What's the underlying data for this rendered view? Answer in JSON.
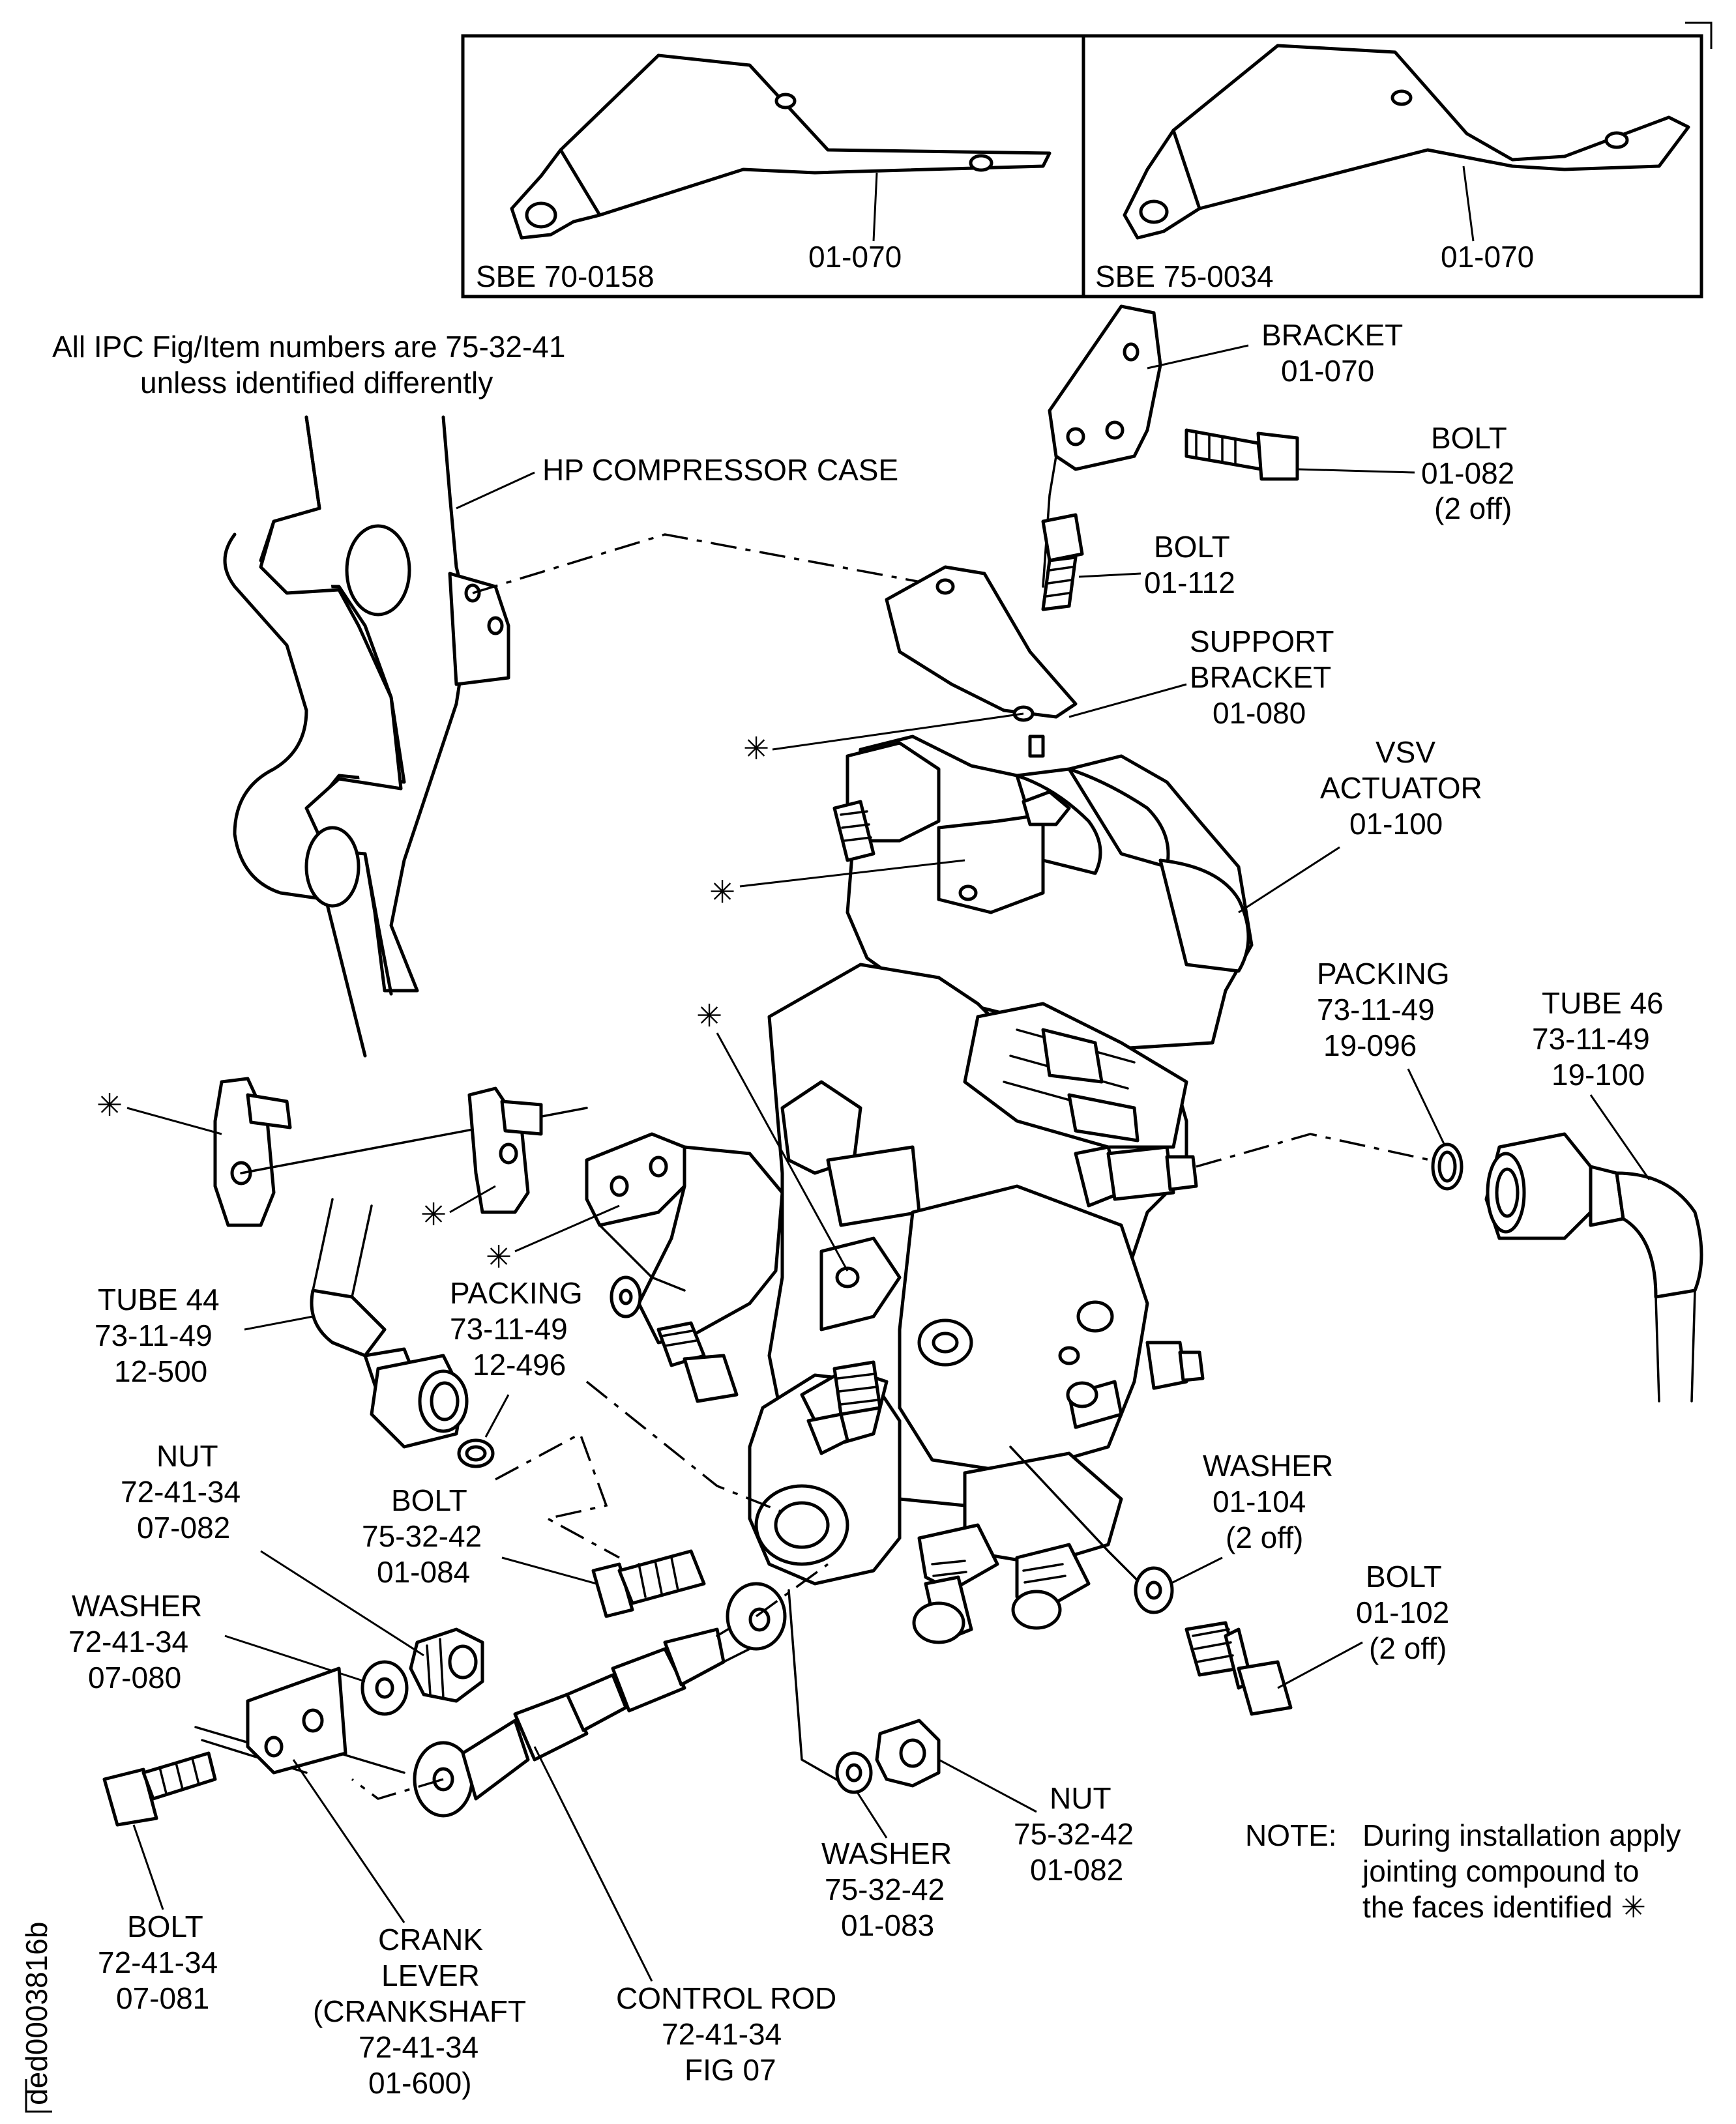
{
  "inset": {
    "left": {
      "sbe": "SBE 70-0158",
      "item": "01-070"
    },
    "right": {
      "sbe": "SBE 75-0034",
      "item": "01-070"
    }
  },
  "header_note": {
    "line1": "All IPC Fig/Item numbers are 75-32-41",
    "line2": "unless identified differently"
  },
  "callouts": {
    "bracket": [
      "BRACKET",
      "01-070"
    ],
    "bolt_082": [
      "BOLT",
      "01-082",
      "(2 off)"
    ],
    "hp_case": [
      "HP COMPRESSOR CASE"
    ],
    "bolt_112": [
      "BOLT",
      "01-112"
    ],
    "support_bracket": [
      "SUPPORT",
      "BRACKET",
      "01-080"
    ],
    "vsv_actuator": [
      "VSV",
      "ACTUATOR",
      "01-100"
    ],
    "packing_096": [
      "PACKING",
      "73-11-49",
      "19-096"
    ],
    "tube_46": [
      "TUBE 46",
      "73-11-49",
      "19-100"
    ],
    "tube_44": [
      "TUBE 44",
      "73-11-49",
      "12-500"
    ],
    "packing_496": [
      "PACKING",
      "73-11-49",
      "12-496"
    ],
    "nut_07082": [
      "NUT",
      "72-41-34",
      "07-082"
    ],
    "bolt_01084": [
      "BOLT",
      "75-32-42",
      "01-084"
    ],
    "washer_07080": [
      "WASHER",
      "72-41-34",
      "07-080"
    ],
    "washer_01104": [
      "WASHER",
      "01-104",
      "(2 off)"
    ],
    "bolt_01102": [
      "BOLT",
      "01-102",
      "(2 off)"
    ],
    "nut_01082": [
      "NUT",
      "75-32-42",
      "01-082"
    ],
    "washer_01083": [
      "WASHER",
      "75-32-42",
      "01-083"
    ],
    "bolt_07081": [
      "BOLT",
      "72-41-34",
      "07-081"
    ],
    "crank_lever": [
      "CRANK",
      "LEVER",
      "(CRANKSHAFT",
      "72-41-34",
      "01-600)"
    ],
    "control_rod": [
      "CONTROL ROD",
      "72-41-34",
      "FIG 07"
    ]
  },
  "note": {
    "prefix": "NOTE:",
    "line1": "During installation apply",
    "line2": "jointing compound to",
    "line3": "the faces identified ✳"
  },
  "asterisk": "✳",
  "drawing_id": "ded0003816b"
}
